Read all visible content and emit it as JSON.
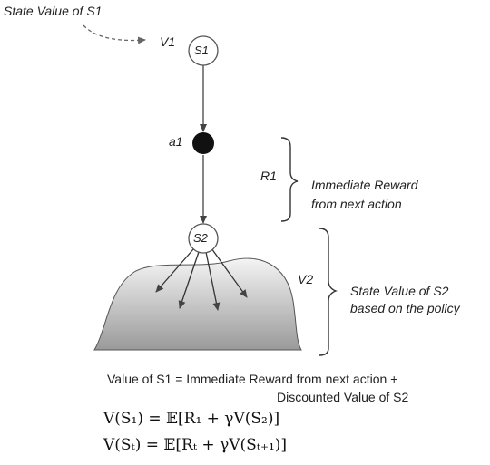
{
  "labels": {
    "state_value_s1": "State Value of S1",
    "v1": "V1",
    "s1": "S1",
    "a1": "a1",
    "r1": "R1",
    "immediate_reward_line1": "Immediate Reward",
    "immediate_reward_line2": "from next action",
    "s2": "S2",
    "v2": "V2",
    "state_value_s2_line1": "State Value of S2",
    "state_value_s2_line2": "based on the policy"
  },
  "caption": {
    "line1": "Value of S1 = Immediate Reward from next action +",
    "line2": "Discounted Value of S2"
  },
  "equations": {
    "eq1": "V(S₁) = 𝔼[R₁ + γV(S₂)]",
    "eq2": "V(Sₜ) = 𝔼[Rₜ + γV(Sₜ₊₁)]"
  },
  "colors": {
    "line": "#444444",
    "node_fill": "#ffffff",
    "action_fill": "#111111",
    "mound_top": "#f2f2f2",
    "mound_bottom": "#9a9a9a"
  }
}
